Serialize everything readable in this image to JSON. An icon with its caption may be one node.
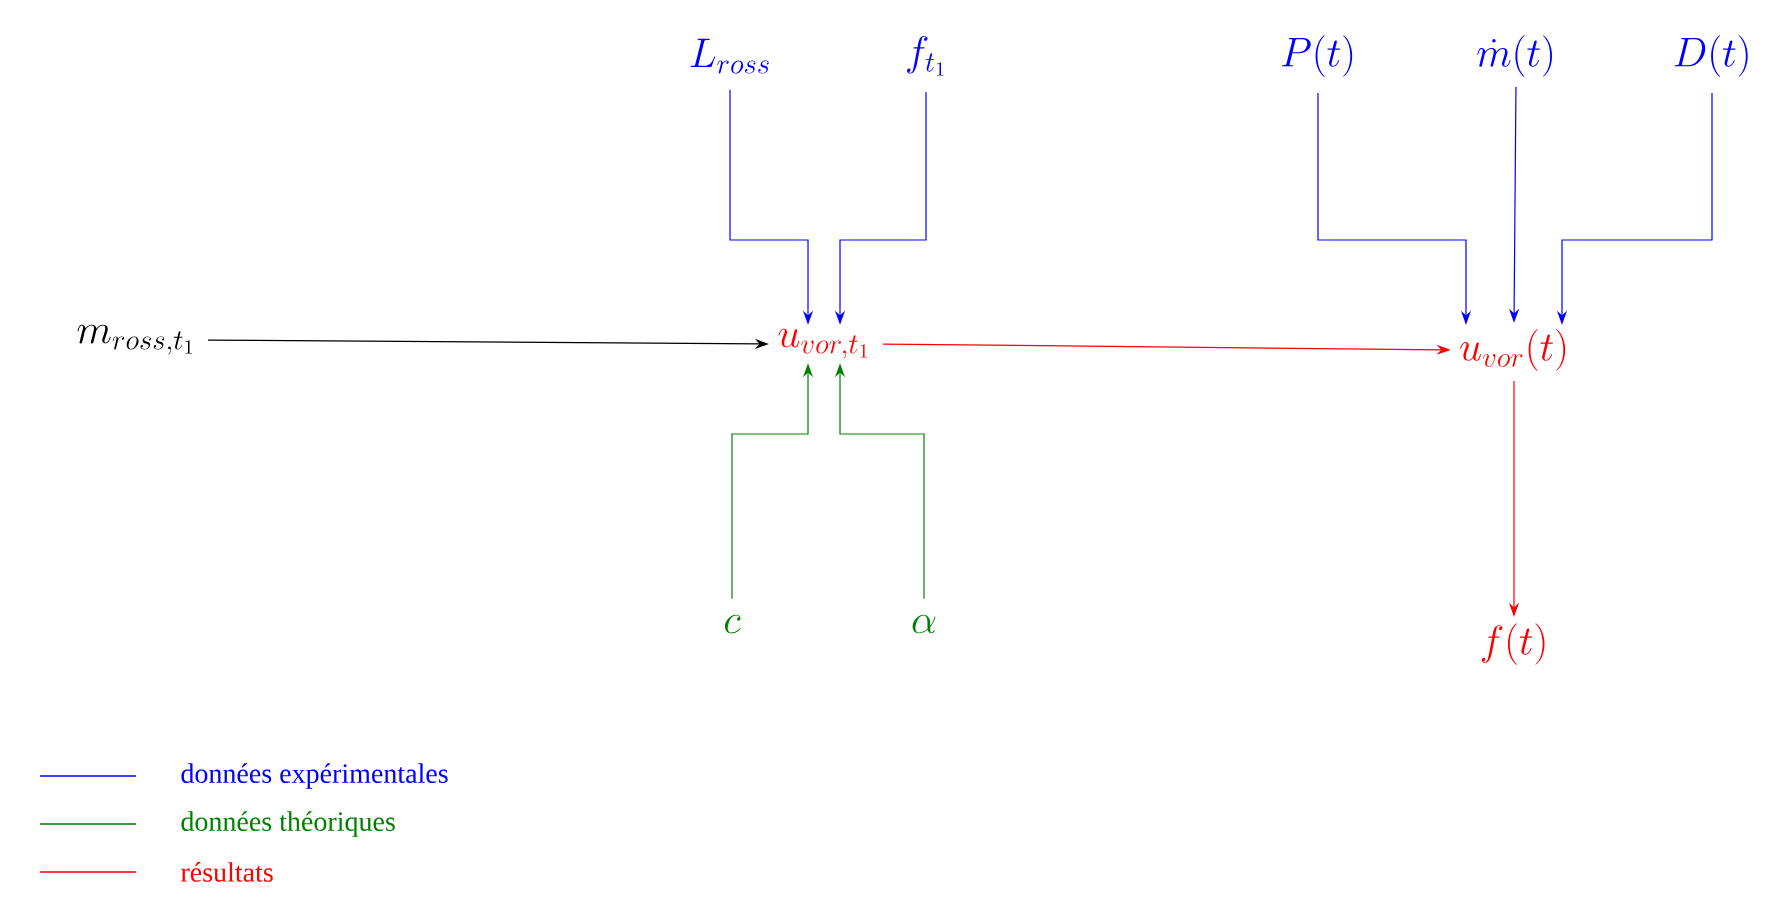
{
  "diagram": {
    "nodes": [
      {
        "text": [
          "m_{ross,t_1}"
        ]
      },
      {
        "text": [
          "L_{ross}"
        ]
      },
      {
        "text": [
          "f_{t_1}"
        ]
      },
      {
        "text": [
          "u_{vor,t_1}"
        ]
      },
      {
        "text": [
          "c"
        ]
      },
      {
        "text": [
          "\\alpha"
        ]
      },
      {
        "text": [
          "P(t)"
        ]
      },
      {
        "text": [
          "\\dot{m}(t)"
        ]
      },
      {
        "text": [
          "D(t)"
        ]
      },
      {
        "text": [
          "u_{vor}(t)"
        ]
      },
      {
        "text": [
          "f(t)"
        ]
      }
    ],
    "edges": [
      {
        "from": 0,
        "to": 3,
        "arrow": "to",
        "color": "#000000"
      },
      {
        "from": 1,
        "to": 3,
        "arrow": "to"
      },
      {
        "from": 2,
        "to": 3,
        "arrow": "to"
      },
      {
        "from": 4,
        "to": 3,
        "arrow": "to",
        "color": "#008000"
      },
      {
        "from": 5,
        "to": 3,
        "arrow": "to",
        "color": "#008000"
      },
      {
        "from": 3,
        "to": 9,
        "arrow": "to",
        "color": "#ff0000"
      },
      {
        "from": 6,
        "to": 9,
        "arrow": "to"
      },
      {
        "from": 7,
        "to": 9,
        "arrow": "to"
      },
      {
        "from": 8,
        "to": 9,
        "arrow": "to"
      },
      {
        "from": 9,
        "to": 10,
        "arrow": "to",
        "color": "#ff0000"
      }
    ],
    "legend": [
      {
        "text": "données expérimentales",
        "color": "#0000ff"
      },
      {
        "text": "données théoriques",
        "color": "#008000"
      },
      {
        "text": "résultats",
        "color": "#ff0000"
      }
    ]
  }
}
